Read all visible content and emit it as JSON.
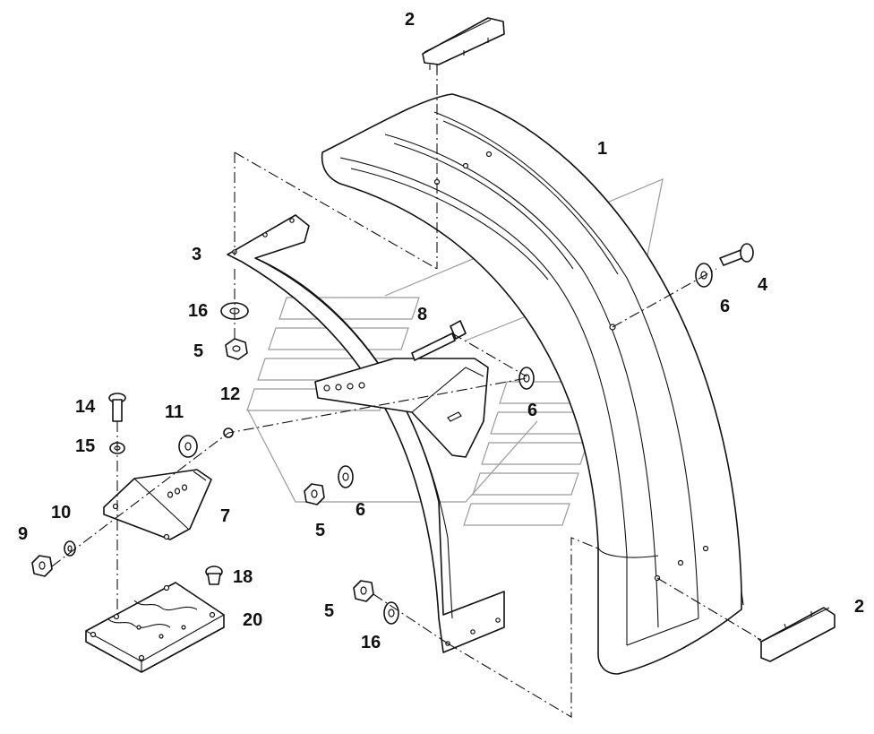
{
  "callouts": [
    {
      "id": "c-2-top",
      "text": "2"
    },
    {
      "id": "c-1",
      "text": "1"
    },
    {
      "id": "c-3",
      "text": "3"
    },
    {
      "id": "c-4",
      "text": "4"
    },
    {
      "id": "c-6-a",
      "text": "6"
    },
    {
      "id": "c-16-a",
      "text": "16"
    },
    {
      "id": "c-8",
      "text": "8"
    },
    {
      "id": "c-5-a",
      "text": "5"
    },
    {
      "id": "c-12",
      "text": "12"
    },
    {
      "id": "c-6-b",
      "text": "6"
    },
    {
      "id": "c-14",
      "text": "14"
    },
    {
      "id": "c-11",
      "text": "11"
    },
    {
      "id": "c-15",
      "text": "15"
    },
    {
      "id": "c-10",
      "text": "10"
    },
    {
      "id": "c-7",
      "text": "7"
    },
    {
      "id": "c-6-c",
      "text": "6"
    },
    {
      "id": "c-5-b",
      "text": "5"
    },
    {
      "id": "c-9",
      "text": "9"
    },
    {
      "id": "c-18",
      "text": "18"
    },
    {
      "id": "c-20",
      "text": "20"
    },
    {
      "id": "c-5-c",
      "text": "5"
    },
    {
      "id": "c-2-bottom",
      "text": "2"
    },
    {
      "id": "c-16-b",
      "text": "16"
    }
  ]
}
